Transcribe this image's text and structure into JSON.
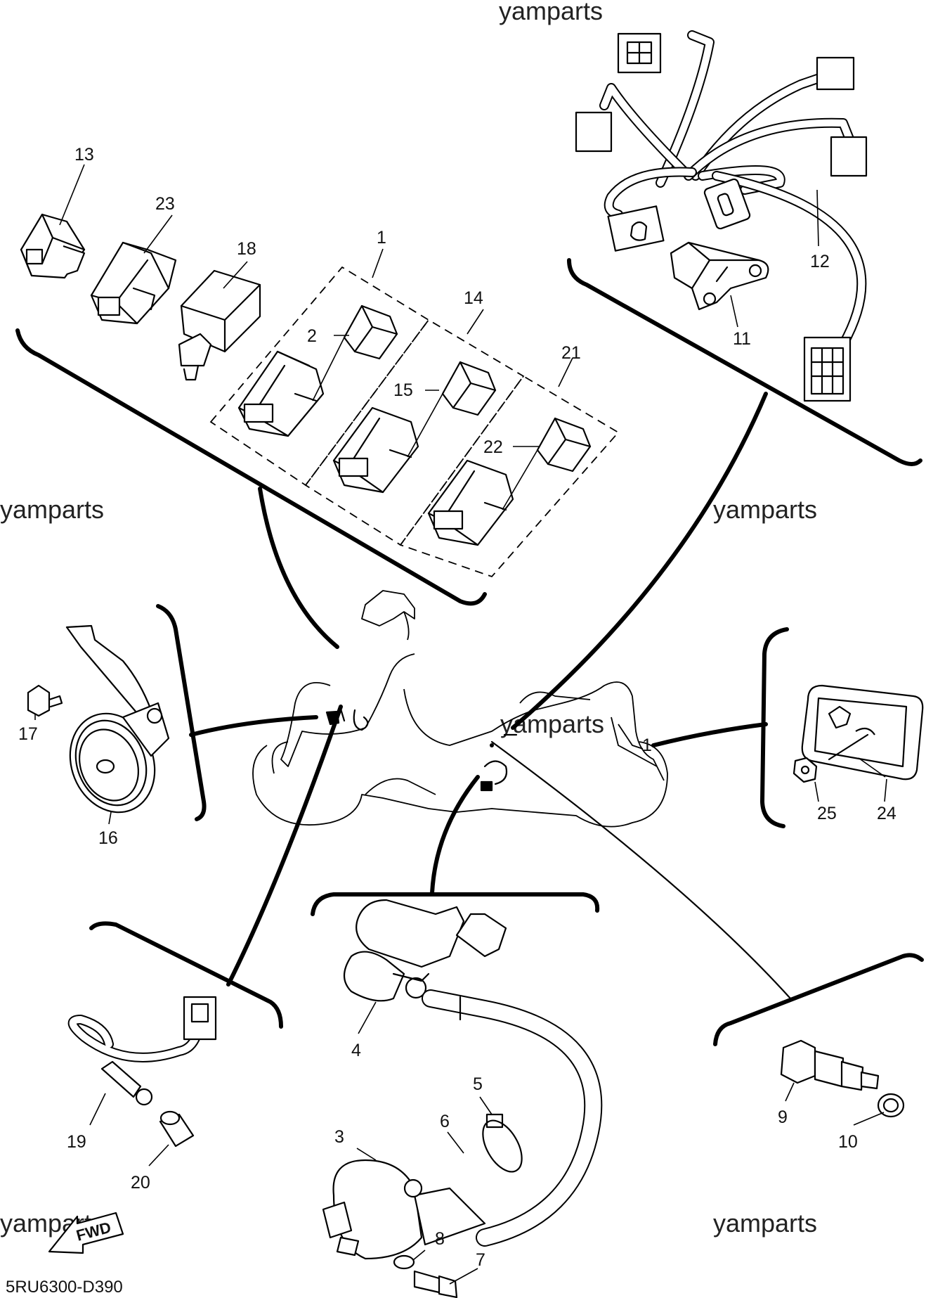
{
  "diagram": {
    "code": "5RU6300-D390",
    "watermark": "yamparts",
    "fwd_label": "FWD",
    "callouts": {
      "c1": "1",
      "c1b": "1",
      "c2": "2",
      "c3": "3",
      "c4": "4",
      "c5": "5",
      "c6": "6",
      "c7": "7",
      "c8": "8",
      "c9": "9",
      "c10": "10",
      "c11": "11",
      "c12": "12",
      "c13": "13",
      "c14": "14",
      "c15": "15",
      "c16": "16",
      "c17": "17",
      "c18": "18",
      "c19": "19",
      "c20": "20",
      "c21": "21",
      "c22": "22",
      "c23": "23",
      "c24": "24",
      "c25": "25"
    }
  }
}
